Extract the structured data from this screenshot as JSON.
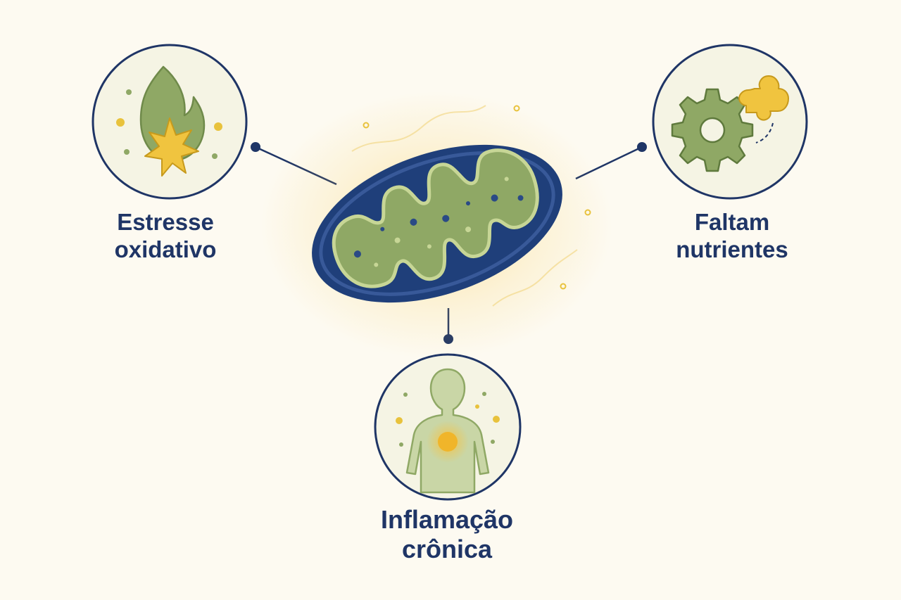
{
  "diagram": {
    "center": {
      "name": "mitochondrion"
    },
    "factors": [
      {
        "id": "oxidative",
        "icon": "flame-star-icon",
        "label_lines": [
          "Estresse",
          "oxidativo"
        ]
      },
      {
        "id": "nutrients",
        "icon": "gear-puzzle-icon",
        "label_lines": [
          "Faltam",
          "nutrientes"
        ]
      },
      {
        "id": "inflammation",
        "icon": "inflamed-body-icon",
        "label_lines": [
          "Inflamação",
          "crônica"
        ]
      }
    ]
  },
  "colors": {
    "background": "#fdfaf1",
    "navy": "#1f3566",
    "green": "#8fa865",
    "green_light": "#aebf80",
    "yellow": "#e8c23c",
    "circle_fill": "#f5f4e4"
  }
}
